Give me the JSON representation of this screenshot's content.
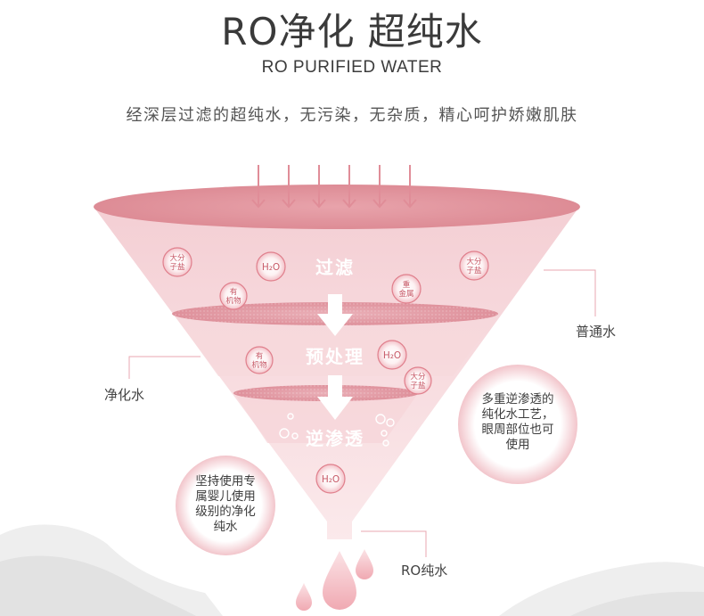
{
  "title": "RO净化 超纯水",
  "subtitle": "RO PURIFIED WATER",
  "description": "经深层过滤的超纯水，无污染，无杂质，精心呵护娇嫩肌肤",
  "stages": [
    "过滤",
    "预处理",
    "逆渗透"
  ],
  "badges": {
    "salt": [
      "大分",
      "子盐"
    ],
    "h2o": "H₂O",
    "organic": [
      "有",
      "机物"
    ],
    "metal": [
      "重",
      "金属"
    ]
  },
  "callouts": {
    "ordinary_water": "普通水",
    "purified_water": "净化水",
    "ro_water": "RO纯水"
  },
  "circle_left": [
    "坚持使用专",
    "属婴儿使用",
    "级别的净化",
    "纯水"
  ],
  "circle_right": [
    "多重逆渗透的",
    "纯化水工艺，",
    "眼周部位也可",
    "使用"
  ],
  "colors": {
    "accent": "#e08d98",
    "funnel_top": "#e59aa3",
    "funnel_body": "#f7dde0",
    "badge_stroke": "#e07f8c"
  }
}
